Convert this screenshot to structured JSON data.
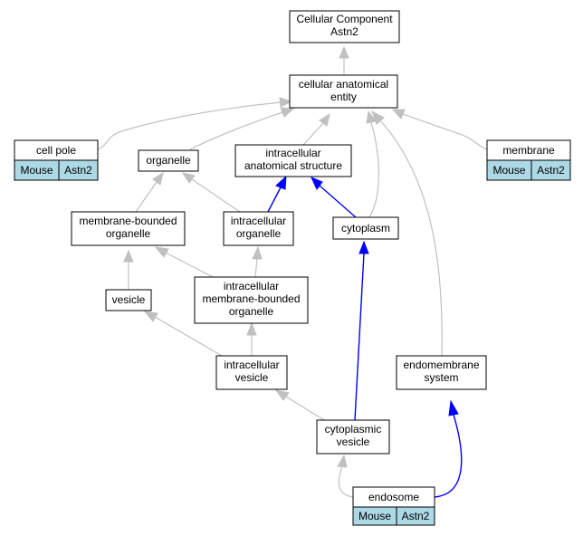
{
  "nodes": {
    "root": {
      "lines": [
        "Cellular Component",
        "Astn2"
      ]
    },
    "cae": {
      "lines": [
        "cellular anatomical",
        "entity"
      ]
    },
    "cellpole": {
      "lines": [
        "cell pole"
      ],
      "cells": [
        "Mouse",
        "Astn2"
      ]
    },
    "membrane": {
      "lines": [
        "membrane"
      ],
      "cells": [
        "Mouse",
        "Astn2"
      ]
    },
    "organelle": {
      "lines": [
        "organelle"
      ]
    },
    "ias": {
      "lines": [
        "intracellular",
        "anatomical structure"
      ]
    },
    "mbo": {
      "lines": [
        "membrane-bounded",
        "organelle"
      ]
    },
    "io": {
      "lines": [
        "intracellular",
        "organelle"
      ]
    },
    "cytoplasm": {
      "lines": [
        "cytoplasm"
      ]
    },
    "vesicle": {
      "lines": [
        "vesicle"
      ]
    },
    "imbo": {
      "lines": [
        "intracellular",
        "membrane-bounded",
        "organelle"
      ]
    },
    "iv": {
      "lines": [
        "intracellular",
        "vesicle"
      ]
    },
    "endomembrane": {
      "lines": [
        "endomembrane",
        "system"
      ]
    },
    "cv": {
      "lines": [
        "cytoplasmic",
        "vesicle"
      ]
    },
    "endosome": {
      "lines": [
        "endosome"
      ],
      "cells": [
        "Mouse",
        "Astn2"
      ]
    }
  },
  "colors": {
    "is_a_edge": "#c0c0c0",
    "part_of_edge": "#0000ff",
    "annotation_cell": "#add8e6"
  }
}
